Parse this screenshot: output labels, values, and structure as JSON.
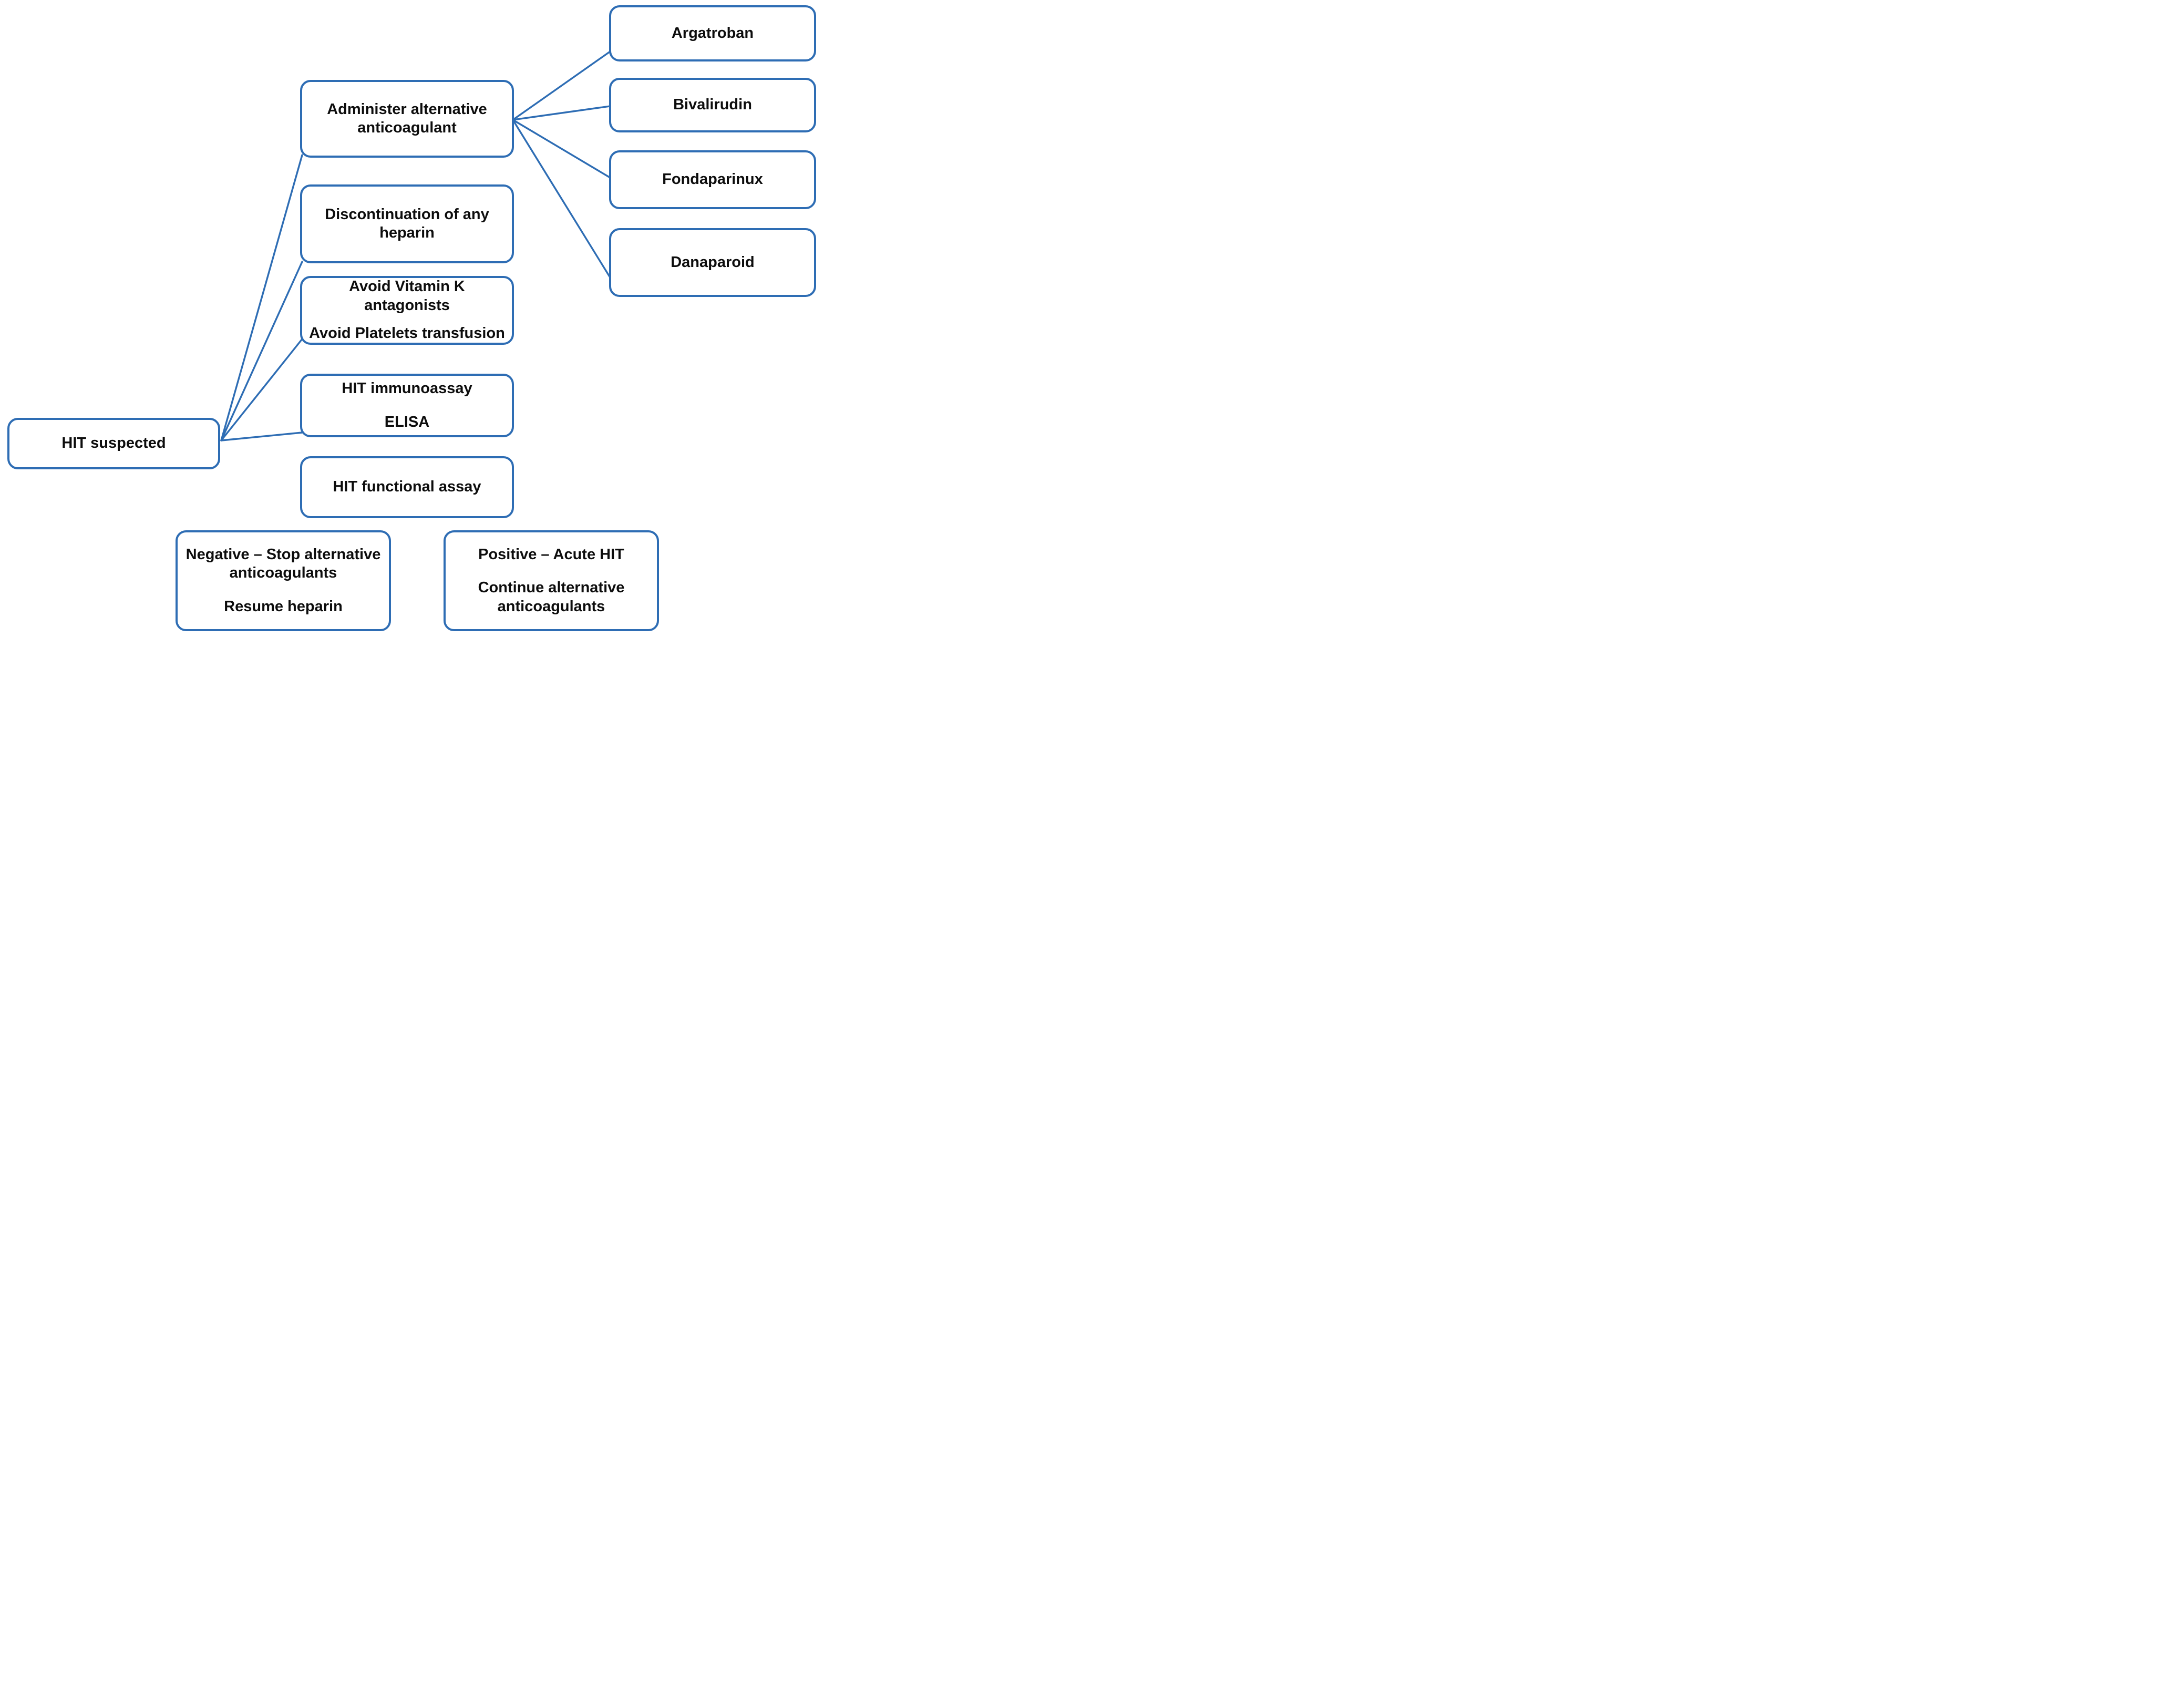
{
  "diagram": {
    "background": "#ffffff",
    "line_color": "#2e6db4",
    "border_color": "#2e6db4",
    "text_color": "#0d0d0d",
    "nodes": {
      "hit_suspected": {
        "label": "HIT suspected"
      },
      "administer_alternative": {
        "label": "Administer alternative anticoagulant"
      },
      "discontinue_heparin": {
        "label": "Discontinuation of any heparin"
      },
      "avoid_vitk": {
        "line1": "Avoid Vitamin K antagonists",
        "line2": "Avoid Platelets transfusion"
      },
      "hit_immunoassay": {
        "line1": "HIT immunoassay",
        "line2": "ELISA"
      },
      "hit_functional": {
        "label": "HIT functional assay"
      },
      "argatroban": {
        "label": "Argatroban"
      },
      "bivalirudin": {
        "label": "Bivalirudin"
      },
      "fondaparinux": {
        "label": "Fondaparinux"
      },
      "danaparoid": {
        "label": "Danaparoid"
      },
      "negative": {
        "line1": "Negative – Stop alternative anticoagulants",
        "line2": "Resume heparin"
      },
      "positive": {
        "line1": "Positive – Acute HIT",
        "line2": "Continue alternative anticoagulants"
      }
    },
    "edges": [
      {
        "from": "hit_suspected",
        "to": "administer_alternative"
      },
      {
        "from": "hit_suspected",
        "to": "discontinue_heparin"
      },
      {
        "from": "hit_suspected",
        "to": "avoid_vitk"
      },
      {
        "from": "hit_suspected",
        "to": "hit_immunoassay"
      },
      {
        "from": "administer_alternative",
        "to": "argatroban"
      },
      {
        "from": "administer_alternative",
        "to": "bivalirudin"
      },
      {
        "from": "administer_alternative",
        "to": "fondaparinux"
      },
      {
        "from": "administer_alternative",
        "to": "danaparoid"
      }
    ]
  }
}
